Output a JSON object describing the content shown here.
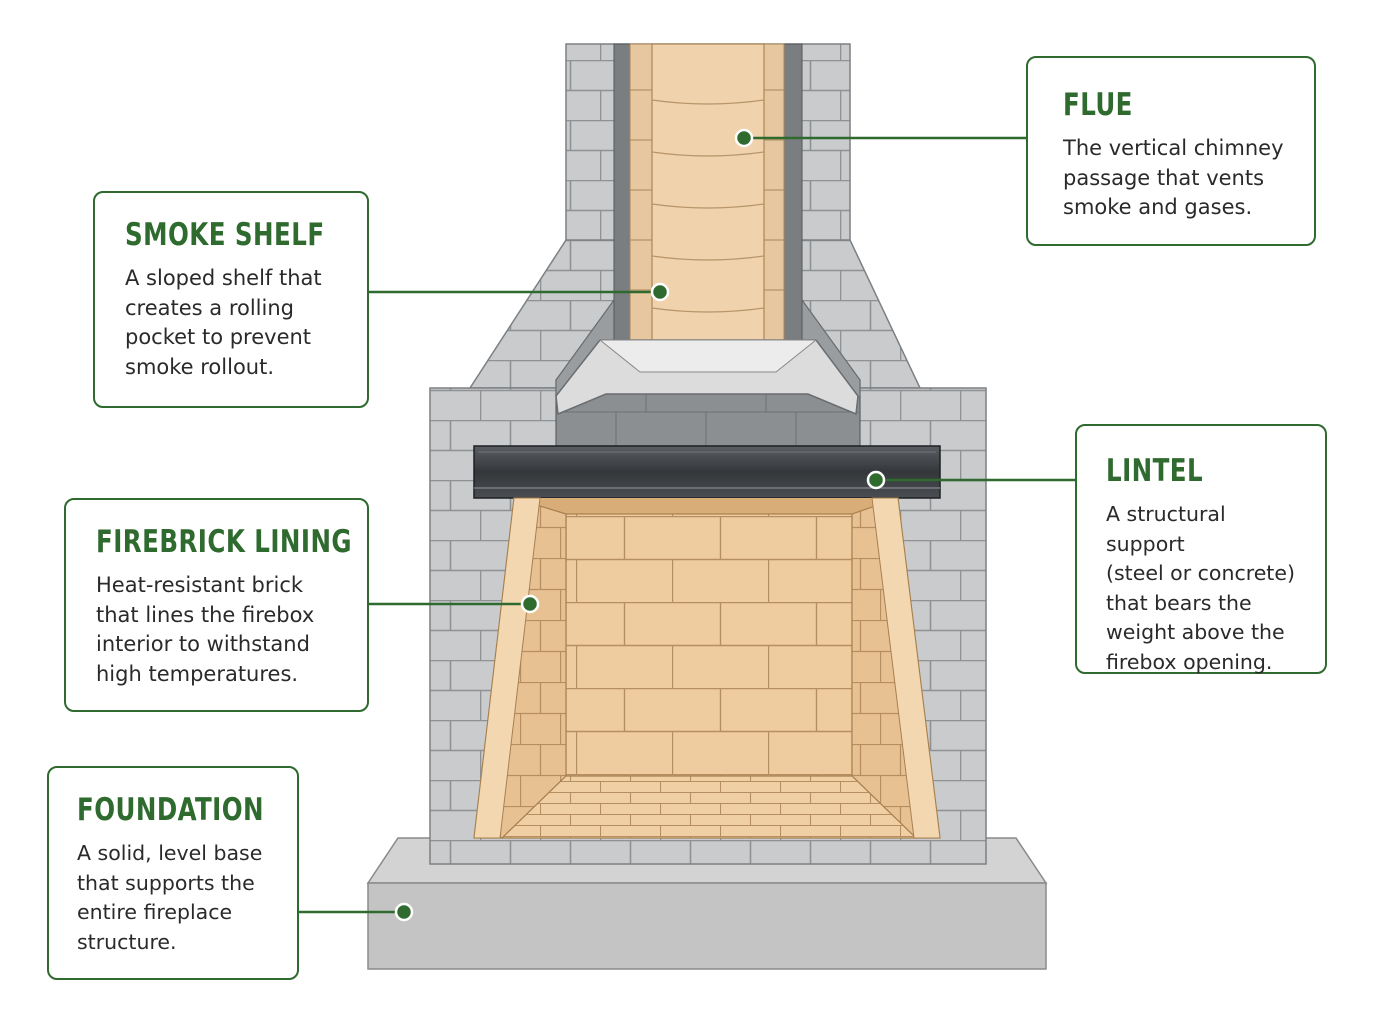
{
  "colors": {
    "accent": "#2f6a2f",
    "block": "#c9cbcc",
    "firebrick": "#efcc9f",
    "flue_liner": "#f0d2ad",
    "steel": "#3f4246",
    "concrete": "#c4c4c4"
  },
  "callouts": {
    "flue": {
      "title": "FLUE",
      "desc": "The vertical chimney\npassage that vents\nsmoke and gases."
    },
    "smoke_shelf": {
      "title": "SMOKE SHELF",
      "desc": "A sloped shelf that\ncreates a rolling\npocket to prevent\nsmoke rollout."
    },
    "firebrick": {
      "title": "FIREBRICK LINING",
      "desc": "Heat-resistant brick\nthat lines the firebox\ninterior to withstand\nhigh temperatures."
    },
    "lintel": {
      "title": "LINTEL",
      "desc": "A structural support\n(steel or concrete)\nthat bears the\nweight above the\nfirebox opening."
    },
    "foundation": {
      "title": "FOUNDATION",
      "desc": "A solid, level base\nthat supports the\nentire fireplace\nstructure."
    }
  }
}
